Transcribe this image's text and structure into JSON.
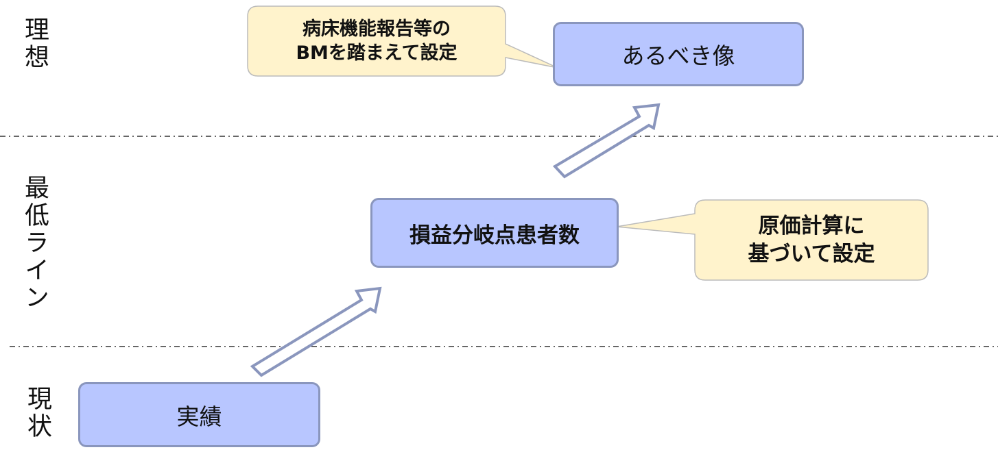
{
  "levels": {
    "ideal": "理想",
    "minimum": "最低ライン",
    "current": "現状"
  },
  "boxes": {
    "ideal_box": "あるべき像",
    "breakeven_box": "損益分岐点患者数",
    "actual_box": "実績"
  },
  "callouts": {
    "benchmark": {
      "line1": "病床機能報告等の",
      "line2": "BMを踏まえて設定"
    },
    "cost": {
      "line1": "原価計算に",
      "line2": "基づいて設定"
    }
  },
  "colors": {
    "box_fill": "#b8c6ff",
    "box_border": "#8a96bd",
    "callout_fill": "#fff3cc",
    "callout_border": "#bbbbbb",
    "arrow_stroke": "#8a96bd",
    "divider": "#333333"
  }
}
